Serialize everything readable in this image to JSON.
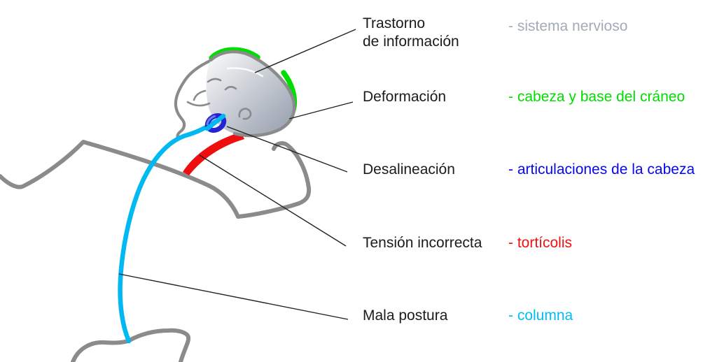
{
  "figure": {
    "description": "Profile illustration of a reclined head and spine with color-coded anatomical highlights",
    "rows": [
      {
        "label": "Trastorno\nde información",
        "value": "- sistema nervioso",
        "color": "#a2abb8"
      },
      {
        "label": "Deformación",
        "value": "- cabeza y base del cráneo",
        "color": "#00dd00"
      },
      {
        "label": "Desalineación",
        "value": "- articulaciones de la cabeza",
        "color": "#0707ee"
      },
      {
        "label": "Tensión incorrecta",
        "value": "- tortícolis",
        "color": "#f01010"
      },
      {
        "label": "Mala postura",
        "value": "- columna",
        "color": "#00bdf2"
      }
    ],
    "colors": {
      "outline_gray": "#8b8b8b",
      "skull_green": "#00dd00",
      "joint_blue": "#2424d2",
      "joint_blue_light": "#6b7beb",
      "muscle_red": "#ee0e0e",
      "spine_cyan": "#00b9f2",
      "leader_line": "#222222",
      "label_text": "#1b1b1b"
    }
  }
}
